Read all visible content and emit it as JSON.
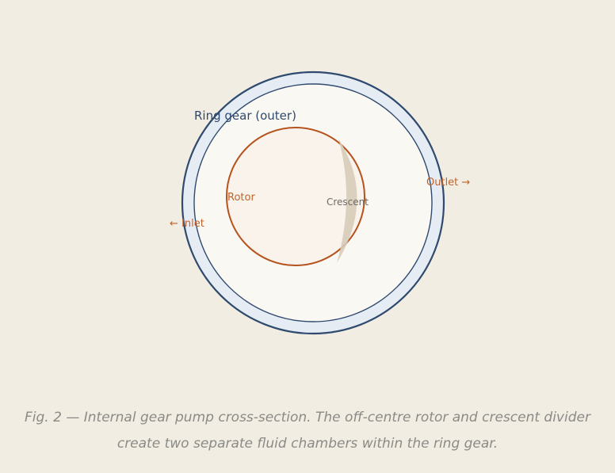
{
  "diagram": {
    "labels": {
      "ring_gear": "Ring gear (outer)",
      "rotor": "Rotor",
      "crescent": "Crescent",
      "inlet": "← Inlet",
      "outlet": "Outlet →"
    },
    "colors": {
      "background": "#f2ede2",
      "ring_outline": "#2f4a6e",
      "ring_band_fill": "#e6ecf4",
      "ring_interior_fill": "#faf8f2",
      "rotor_outline": "#b5531f",
      "rotor_fill": "#f9f3eb",
      "crescent_fill": "#d7ccb9",
      "port_label": "#c0642c",
      "crescent_label": "#6e6a62",
      "caption_text": "#8a8a86"
    }
  },
  "caption": {
    "line1": "Fig. 2 — Internal gear pump cross-section. The off-centre rotor and crescent divider",
    "line2": "create two separate fluid chambers within the ring gear."
  }
}
